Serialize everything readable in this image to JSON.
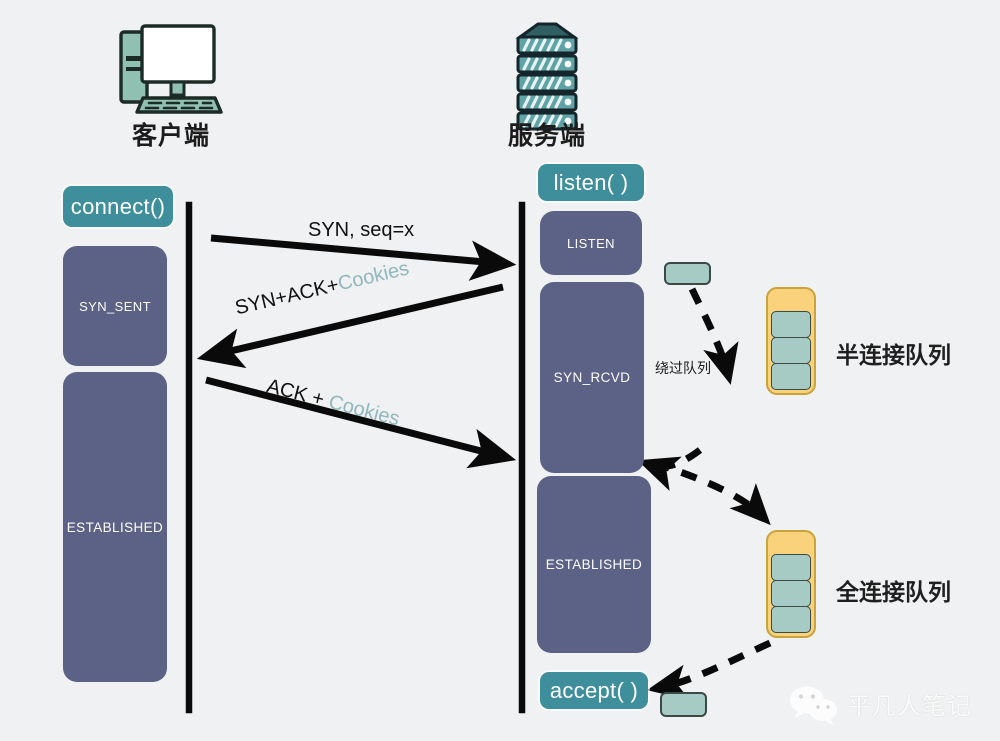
{
  "background_color": "#f0f1f2",
  "palette": {
    "pill_teal": "#3e8e9c",
    "state_slate": "#5b6285",
    "queue_yellow": "#f9d27b",
    "queue_border": "#c9a33c",
    "chip_teal": "#a5cbc4",
    "cookies_blue": "#8fb7bd",
    "arrow_black": "#0a0a0a"
  },
  "endpoints": {
    "client": {
      "label": "客户端",
      "icon": "desktop-computer-icon"
    },
    "server": {
      "label": "服务端",
      "icon": "server-rack-icon"
    }
  },
  "client": {
    "call": "connect()",
    "states": [
      {
        "name": "SYN_SENT"
      },
      {
        "name": "ESTABLISHED"
      }
    ]
  },
  "server": {
    "calls": {
      "listen": "listen( )",
      "accept": "accept( )"
    },
    "states": [
      {
        "name": "LISTEN"
      },
      {
        "name": "SYN_RCVD"
      },
      {
        "name": "ESTABLISHED"
      }
    ]
  },
  "messages": [
    {
      "id": "msg-syn",
      "plain": "SYN,  seq=x",
      "highlight": ""
    },
    {
      "id": "msg-synack",
      "plain": "SYN+ACK+",
      "highlight": "Cookies"
    },
    {
      "id": "msg-ack",
      "plain": "ACK + ",
      "highlight": "Cookies"
    }
  ],
  "notes": {
    "bypass_queue": "绕过队列"
  },
  "queues": [
    {
      "id": "half-open-queue",
      "label": "半连接队列",
      "slots": 3
    },
    {
      "id": "accept-queue",
      "label": "全连接队列",
      "slots": 3
    }
  ],
  "watermark": {
    "text": "平凡人笔记",
    "icon": "wechat-icon"
  }
}
